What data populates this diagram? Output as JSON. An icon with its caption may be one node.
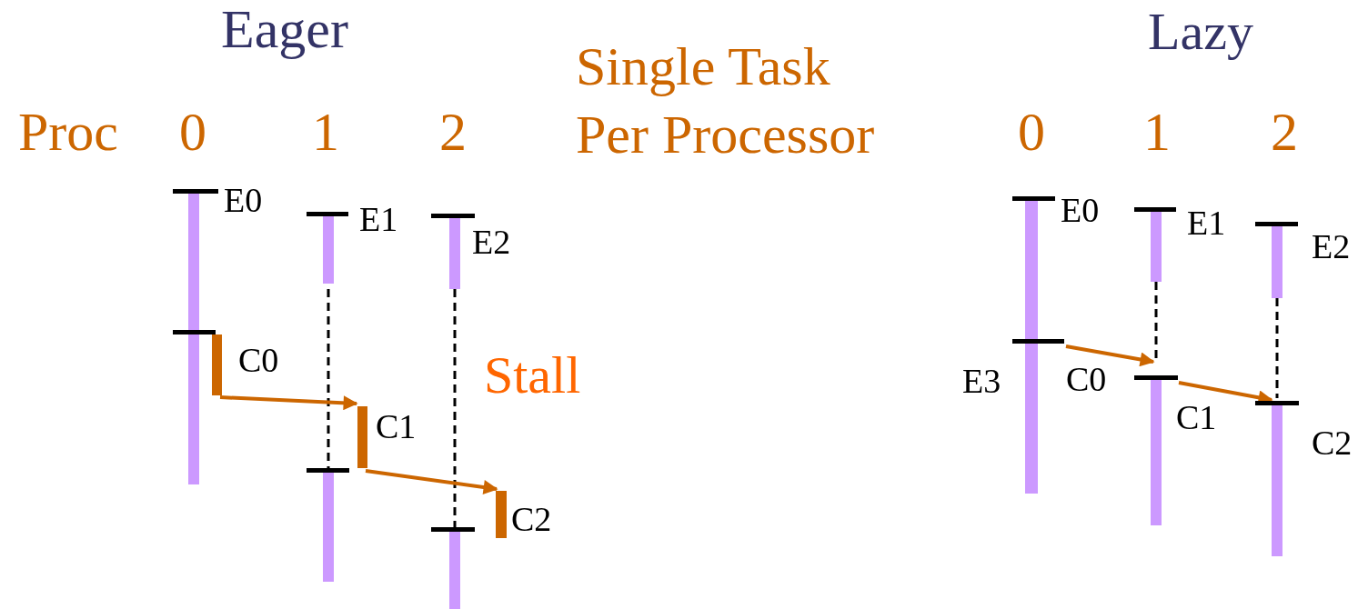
{
  "diagram": {
    "title": "Single Task Per Processor",
    "nodes": [
      {
        "text": [
          "C0"
        ]
      },
      {
        "text": [
          "C1"
        ]
      },
      {
        "text": [
          "C2"
        ]
      },
      {
        "text": [
          "E3"
        ]
      },
      {
        "text": [
          "C0"
        ]
      },
      {
        "text": [
          "C2"
        ]
      }
    ],
    "edges": [
      {
        "from": 0,
        "to": 1,
        "arrow": "to"
      },
      {
        "from": 1,
        "to": 2,
        "arrow": "to"
      },
      {
        "from": 3,
        "to": 4,
        "arrow": "to"
      },
      {
        "from": 4,
        "to": 5,
        "arrow": "to"
      }
    ],
    "labels": [
      "Eager",
      "Lazy",
      "Proc",
      "0",
      "1",
      "2",
      "0",
      "1",
      "2",
      "E0",
      "E1",
      "E2",
      "E0",
      "E1",
      "E2",
      "Stall",
      "C1"
    ]
  }
}
